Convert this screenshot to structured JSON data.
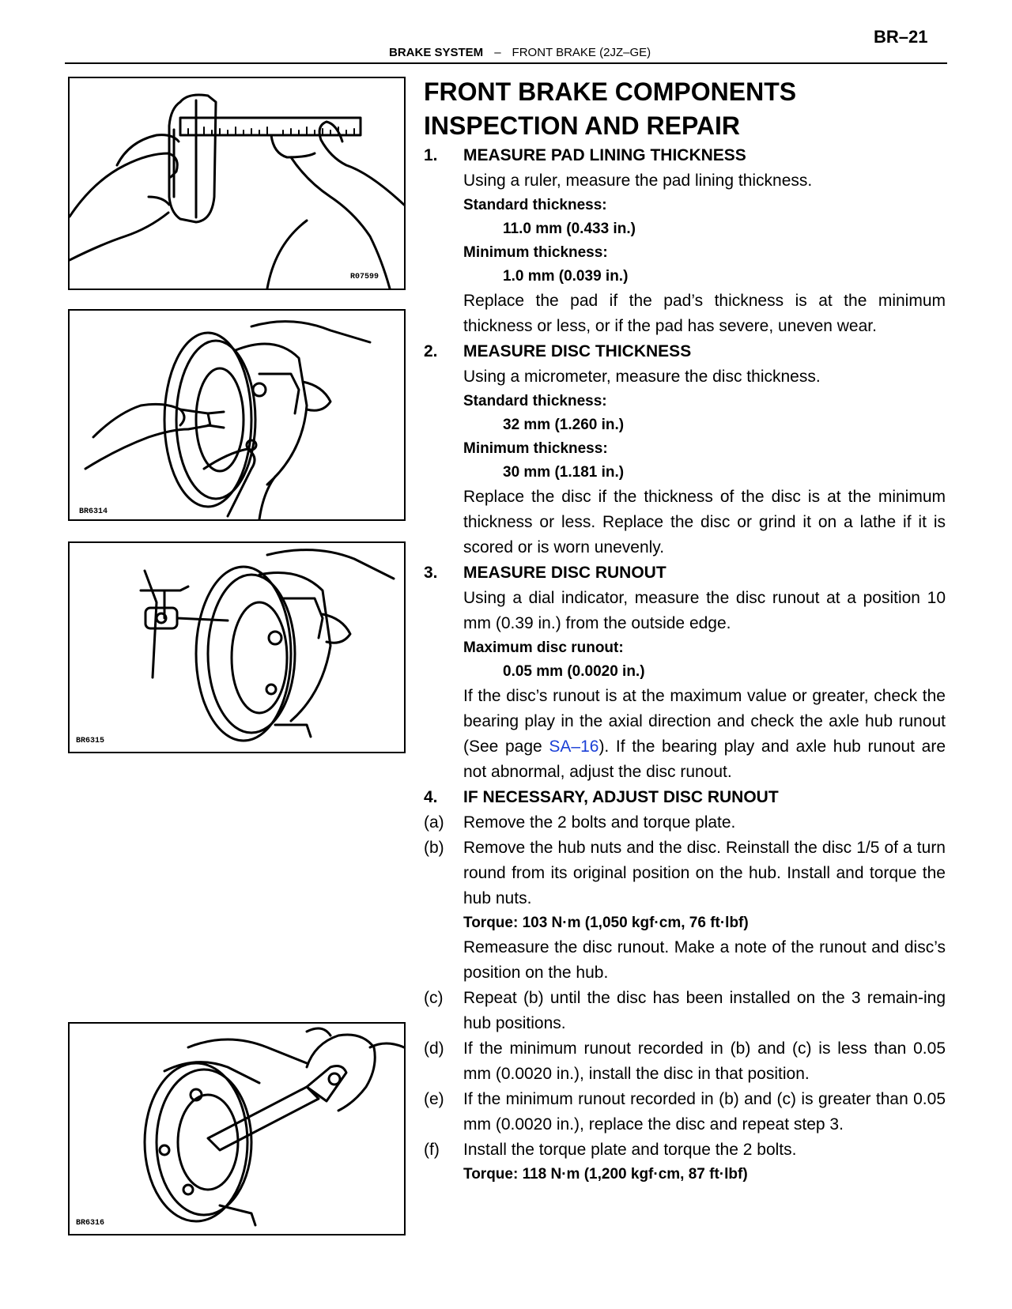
{
  "header": {
    "page_number": "BR–21",
    "section": "BRAKE SYSTEM",
    "dash": "–",
    "subsection": "FRONT BRAKE (2JZ–GE)"
  },
  "figures": [
    {
      "label": "R07599",
      "icon": "ruler-measuring-pad-illustration"
    },
    {
      "label": "BR6314",
      "icon": "micrometer-disc-illustration"
    },
    {
      "label": "BR6315",
      "icon": "dial-indicator-disc-illustration"
    },
    {
      "label": "BR6316",
      "icon": "torque-wrench-hub-nut-illustration"
    }
  ],
  "title_line1": "FRONT BRAKE COMPONENTS",
  "title_line2": "INSPECTION AND REPAIR",
  "step1": {
    "num": "1.",
    "heading": "MEASURE PAD LINING THICKNESS",
    "text": "Using a ruler, measure the pad lining thickness.",
    "std_label": "Standard thickness:",
    "std_value": "11.0 mm (0.433 in.)",
    "min_label": "Minimum thickness:",
    "min_value": "1.0 mm (0.039 in.)",
    "note": "Replace the pad if the pad’s thickness is at the minimum thickness or less, or if the pad has severe, uneven wear."
  },
  "step2": {
    "num": "2.",
    "heading": "MEASURE DISC THICKNESS",
    "text": "Using a micrometer, measure the disc thickness.",
    "std_label": "Standard thickness:",
    "std_value": "32 mm (1.260 in.)",
    "min_label": "Minimum thickness:",
    "min_value": "30 mm (1.181 in.)",
    "note": "Replace the disc if the thickness of the disc is at the minimum thickness or less. Replace the disc or grind it on a lathe if it is scored or is worn unevenly."
  },
  "step3": {
    "num": "3.",
    "heading": "MEASURE DISC RUNOUT",
    "text": "Using a dial indicator, measure the disc runout at a position 10 mm (0.39 in.) from the outside edge.",
    "max_label": "Maximum disc runout:",
    "max_value": "0.05 mm (0.0020 in.)",
    "note_before_link": "If the disc’s runout is at the maximum value or greater, check the bearing play in the axial direction and check the axle hub runout (See page ",
    "link": "SA–16",
    "note_after_link": "). If the bearing play and axle hub runout are not abnormal, adjust the disc runout."
  },
  "step4": {
    "num": "4.",
    "heading": "IF NECESSARY, ADJUST DISC RUNOUT",
    "a_num": "(a)",
    "a_text": "Remove the 2 bolts and torque plate.",
    "b_num": "(b)",
    "b_text": "Remove the hub nuts and the disc. Reinstall the disc 1/5 of a turn round from its original position on the hub. Install and torque the hub nuts.",
    "b_torque": "Torque: 103 N·m (1,050 kgf·cm, 76 ft·lbf)",
    "b_note": "Remeasure the disc runout. Make a note of the runout and disc’s position on the hub.",
    "c_num": "(c)",
    "c_text": "Repeat (b) until the disc has been installed on the 3 remain-ing hub positions.",
    "d_num": "(d)",
    "d_text": "If the minimum runout recorded in (b) and (c) is less than 0.05 mm (0.0020 in.), install the disc in that position.",
    "e_num": "(e)",
    "e_text": "If the minimum runout recorded in (b) and (c) is greater than 0.05 mm (0.0020 in.), replace the disc and repeat step 3.",
    "f_num": "(f)",
    "f_text": "Install the torque plate and torque the 2 bolts.",
    "f_torque": "Torque: 118 N·m (1,200 kgf·cm, 87 ft·lbf)"
  }
}
